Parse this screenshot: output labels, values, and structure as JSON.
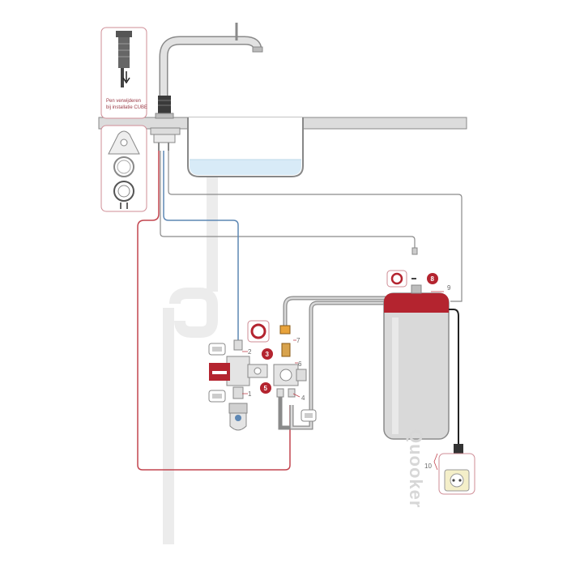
{
  "cube_note": {
    "line1": "Pen verwijderen",
    "line2": "bij installatie CUBE"
  },
  "brand": "Quooker",
  "component_numbers": [
    "1",
    "2",
    "3",
    "4",
    "5",
    "6",
    "7",
    "8",
    "9",
    "10"
  ],
  "colors": {
    "accent_red": "#b4242f",
    "cold_water_blue": "#5d87b4",
    "hot_water_red": "#c2454f",
    "pipe_gray": "#8a8a8a",
    "water_fill": "#d8ebf7",
    "worktop_gray": "#d4d4d4",
    "drain_gray": "#ececec"
  },
  "icons": [
    "tap-icon",
    "sink-icon",
    "tank-icon",
    "plug-icon",
    "socket-icon",
    "pressure-gauge-icon",
    "drain-trap-icon",
    "washer-ring-icon"
  ]
}
